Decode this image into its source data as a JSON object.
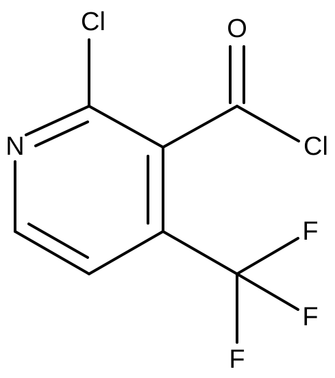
{
  "molecule": {
    "atoms": {
      "cl_ring": "Cl",
      "n_ring": "N",
      "o_carbonyl": "O",
      "cl_acyl": "Cl",
      "f1": "F",
      "f2": "F",
      "f3": "F"
    }
  }
}
